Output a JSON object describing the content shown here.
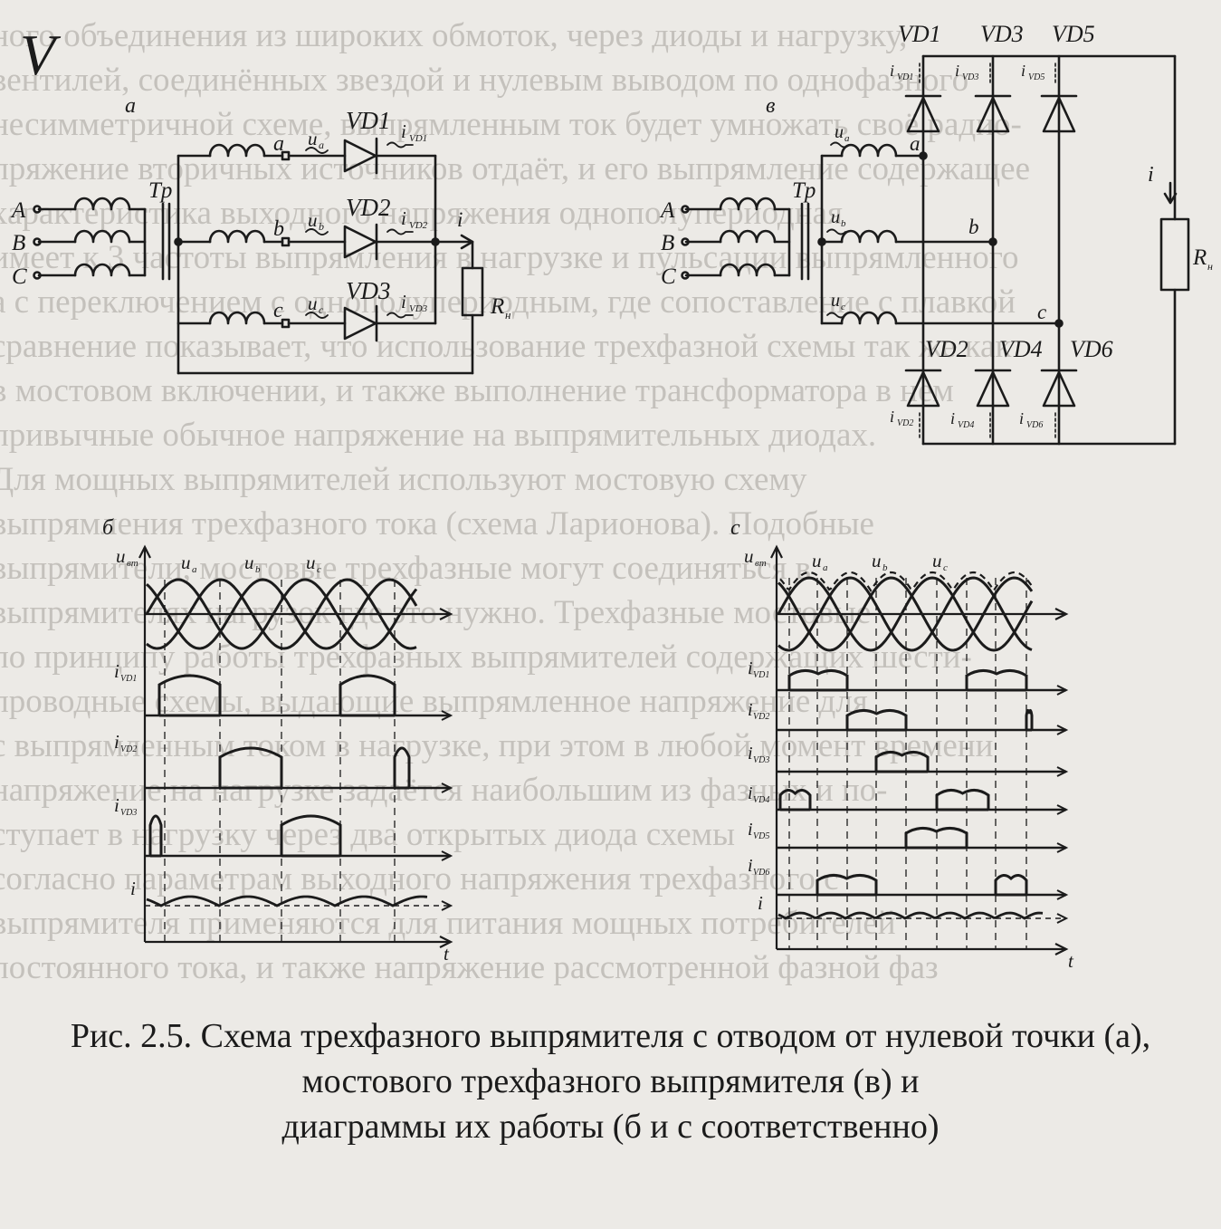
{
  "page": {
    "background_text": [
      "ного объединения из широких обмоток, через диоды и нагрузку,",
      "вентилей, соединённых звездой и нулевым выводом по однофазного",
      "несимметричной схеме, выпрямленным ток будет умножать своё радио-",
      "пряжение вторичных источников отдаёт, и его выпрямление содержащее",
      "характеристика выходного напряжения однополупериодная",
      "имеет к 3 частоты выпрямления в нагрузке и пульсации выпрямленного",
      "а с переключением с однополупериодным, где сопоставление с плавкой",
      "сравнение показывает, что использование трехфазной схемы так же как",
      "в мостовом включении, и также выполнение трансформатора в нем",
      "привычные обычное напряжение на выпрямительных диодах.",
      "Для мощных выпрямителей используют мостовую схему",
      "выпрямления трехфазного тока (схема Ларионова). Подобные",
      "выпрямители, мостовые трехфазные могут соединяться в",
      "выпрямителях нагрузок где это нужно. Трехфазные мостовые",
      "по принципу работы трехфазных выпрямителей содержащих шести-",
      "проводные схемы, выдающие выпрямленное напряжение для",
      "с выпрямленным током в нагрузке, при этом в любой момент времени",
      "напряжение на нагрузке задаётся наибольшим из фазных и по-",
      "ступает в нагрузку через два открытых диода схемы",
      "согласно параметрам выходного напряжения трехфазного с",
      "выпрямителя применяются для питания мощных потребителей",
      "постоянного тока, и также напряжение рассмотренной фазной фаз"
    ],
    "mark": "V"
  },
  "diagram_a": {
    "letter": "а",
    "tr": "Tp",
    "inputs": [
      "A",
      "B",
      "C"
    ],
    "nodes": [
      "a",
      "b",
      "c"
    ],
    "u_labels": [
      "u",
      "u",
      "u"
    ],
    "u_subs": [
      "a",
      "b",
      "c"
    ],
    "diodes": [
      "VD1",
      "VD2",
      "VD3"
    ],
    "i_labels": [
      "i",
      "i",
      "i"
    ],
    "i_subs": [
      "VD1",
      "VD2",
      "VD3"
    ],
    "out_current": "i",
    "load": "R",
    "load_sub": "н"
  },
  "diagram_v": {
    "letter": "в",
    "tr": "Tp",
    "inputs": [
      "A",
      "B",
      "C"
    ],
    "nodes": [
      "a",
      "b",
      "c"
    ],
    "u_labels": [
      "u",
      "u",
      "u"
    ],
    "u_subs": [
      "a",
      "b",
      "c"
    ],
    "top_diodes": [
      "VD1",
      "VD3",
      "VD5"
    ],
    "bottom_diodes": [
      "VD2",
      "VD4",
      "VD6"
    ],
    "i_labels": [
      "i",
      "i",
      "i",
      "i",
      "i",
      "i"
    ],
    "top_i_subs": [
      "VD1",
      "VD3",
      "VD5"
    ],
    "bottom_i_subs": [
      "VD2",
      "VD4",
      "VD6"
    ],
    "out_current": "i",
    "load": "R",
    "load_sub": "н"
  },
  "plot_b": {
    "letter": "б",
    "u_axis": "u",
    "u_axis_sub": "вт",
    "phase_labels": [
      "u",
      "u",
      "u"
    ],
    "phase_subs": [
      "a",
      "b",
      "c"
    ],
    "rows": [
      "i",
      "i",
      "i",
      "i"
    ],
    "row_subs": [
      "VD1",
      "VD2",
      "VD3",
      ""
    ],
    "t_label": "t"
  },
  "plot_c": {
    "letter": "c",
    "u_axis": "u",
    "u_axis_sub": "вт",
    "phase_labels": [
      "u",
      "u",
      "u"
    ],
    "phase_subs": [
      "a",
      "b",
      "c"
    ],
    "rows": [
      "i",
      "i",
      "i",
      "i",
      "i",
      "i",
      "i"
    ],
    "row_subs": [
      "VD1",
      "VD2",
      "VD3",
      "VD4",
      "VD5",
      "VD6",
      ""
    ],
    "t_label": "t"
  },
  "caption": {
    "line1": "Рис. 2.5. Схема трехфазного выпрямителя с отводом от нулевой точки (а),",
    "line2": "мостового трехфазного выпрямителя (в) и",
    "line3": "диаграммы их работы (б и с соответственно)"
  }
}
